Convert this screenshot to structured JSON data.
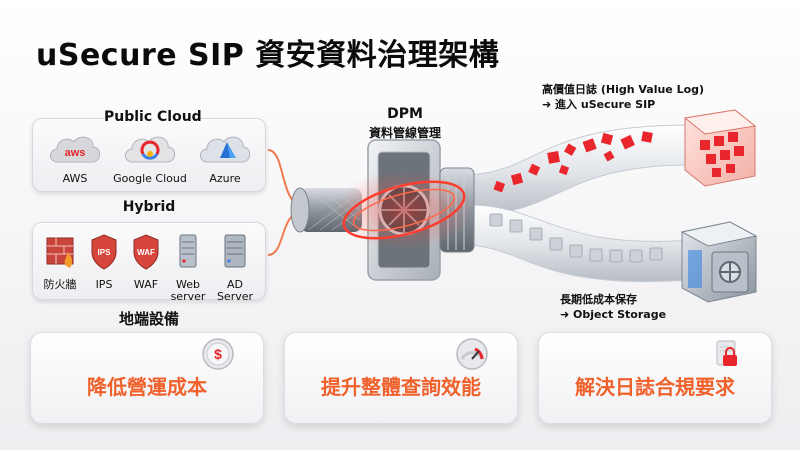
{
  "title": "uSecure SIP 資安資料治理架構",
  "public_cloud": {
    "label": "Public Cloud",
    "items": [
      {
        "label": "AWS",
        "icon": "aws-cloud-icon",
        "logo_text": "aws"
      },
      {
        "label": "Google Cloud",
        "icon": "google-cloud-icon"
      },
      {
        "label": "Azure",
        "icon": "azure-cloud-icon"
      }
    ]
  },
  "hybrid": {
    "label": "Hybrid",
    "items": [
      {
        "label": "防火牆",
        "icon": "firewall-icon"
      },
      {
        "label": "IPS",
        "icon": "ips-shield-icon",
        "badge_text": "IPS"
      },
      {
        "label": "WAF",
        "icon": "waf-shield-icon",
        "badge_text": "WAF"
      },
      {
        "label": "Web server",
        "icon": "web-server-icon"
      },
      {
        "label": "AD Server",
        "icon": "ad-server-icon"
      }
    ]
  },
  "on_premise_label": "地端設備",
  "dpm": {
    "title": "DPM",
    "subtitle": "資料管線管理"
  },
  "high_value": {
    "line1": "高價值日誌 (High Value Log)",
    "line2": "➜ 進入 uSecure SIP"
  },
  "long_term": {
    "line1": "長期低成本保存",
    "line2": "➜ Object Storage"
  },
  "benefits": [
    {
      "text": "降低營運成本",
      "icon": "dollar-coin-icon"
    },
    {
      "text": "提升整體查詢效能",
      "icon": "speed-gauge-icon"
    },
    {
      "text": "解決日誌合規要求",
      "icon": "lock-document-icon"
    }
  ],
  "colors": {
    "accent": "#f0612c",
    "red": "#e8262b",
    "steel": "#9aa3ae"
  }
}
